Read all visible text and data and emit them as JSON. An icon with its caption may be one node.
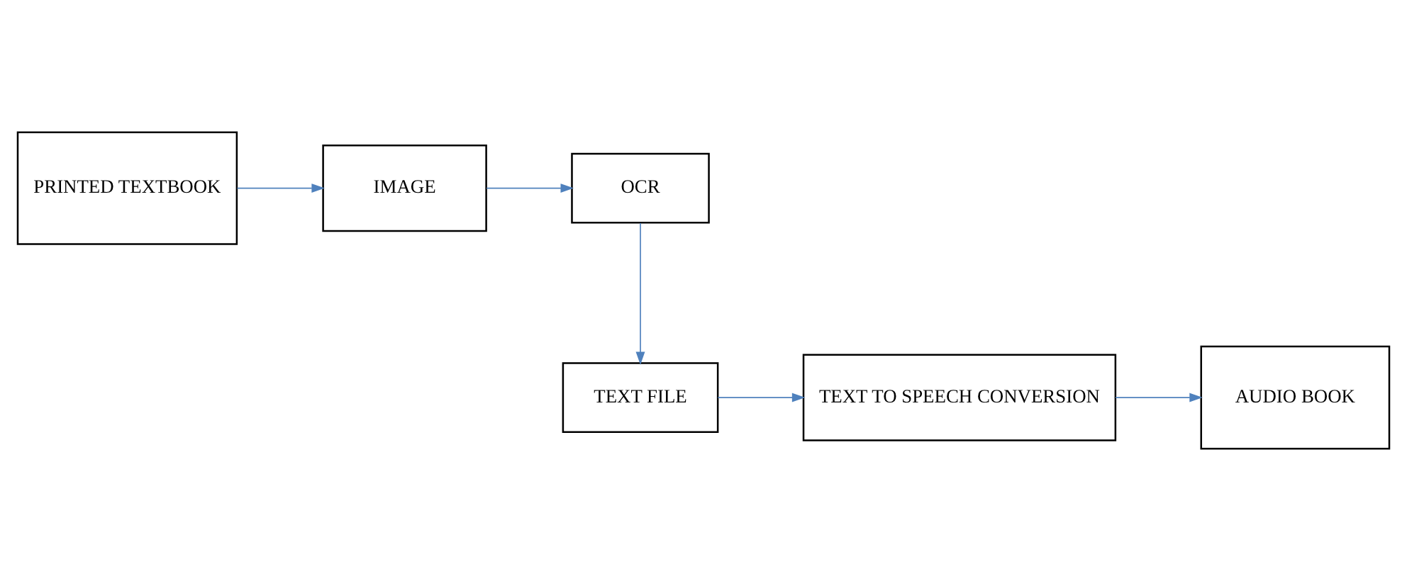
{
  "diagram": {
    "nodes": [
      {
        "text": [
          "PRINTED TEXTBOOK"
        ]
      },
      {
        "text": [
          "IMAGE"
        ]
      },
      {
        "text": [
          "OCR"
        ]
      },
      {
        "text": [
          "TEXT FILE"
        ]
      },
      {
        "text": [
          "TEXT TO SPEECH CONVERSION"
        ]
      },
      {
        "text": [
          "AUDIO BOOK"
        ]
      }
    ],
    "edges": [
      {
        "from": 0,
        "to": 1,
        "arrow": "to",
        "color": "#4f81bd"
      },
      {
        "from": 1,
        "to": 2,
        "arrow": "to",
        "color": "#4f81bd"
      },
      {
        "from": 2,
        "to": 3,
        "arrow": "to",
        "color": "#4f81bd"
      },
      {
        "from": 3,
        "to": 4,
        "arrow": "to",
        "color": "#4f81bd"
      },
      {
        "from": 4,
        "to": 5,
        "arrow": "to",
        "color": "#4f81bd"
      }
    ]
  }
}
